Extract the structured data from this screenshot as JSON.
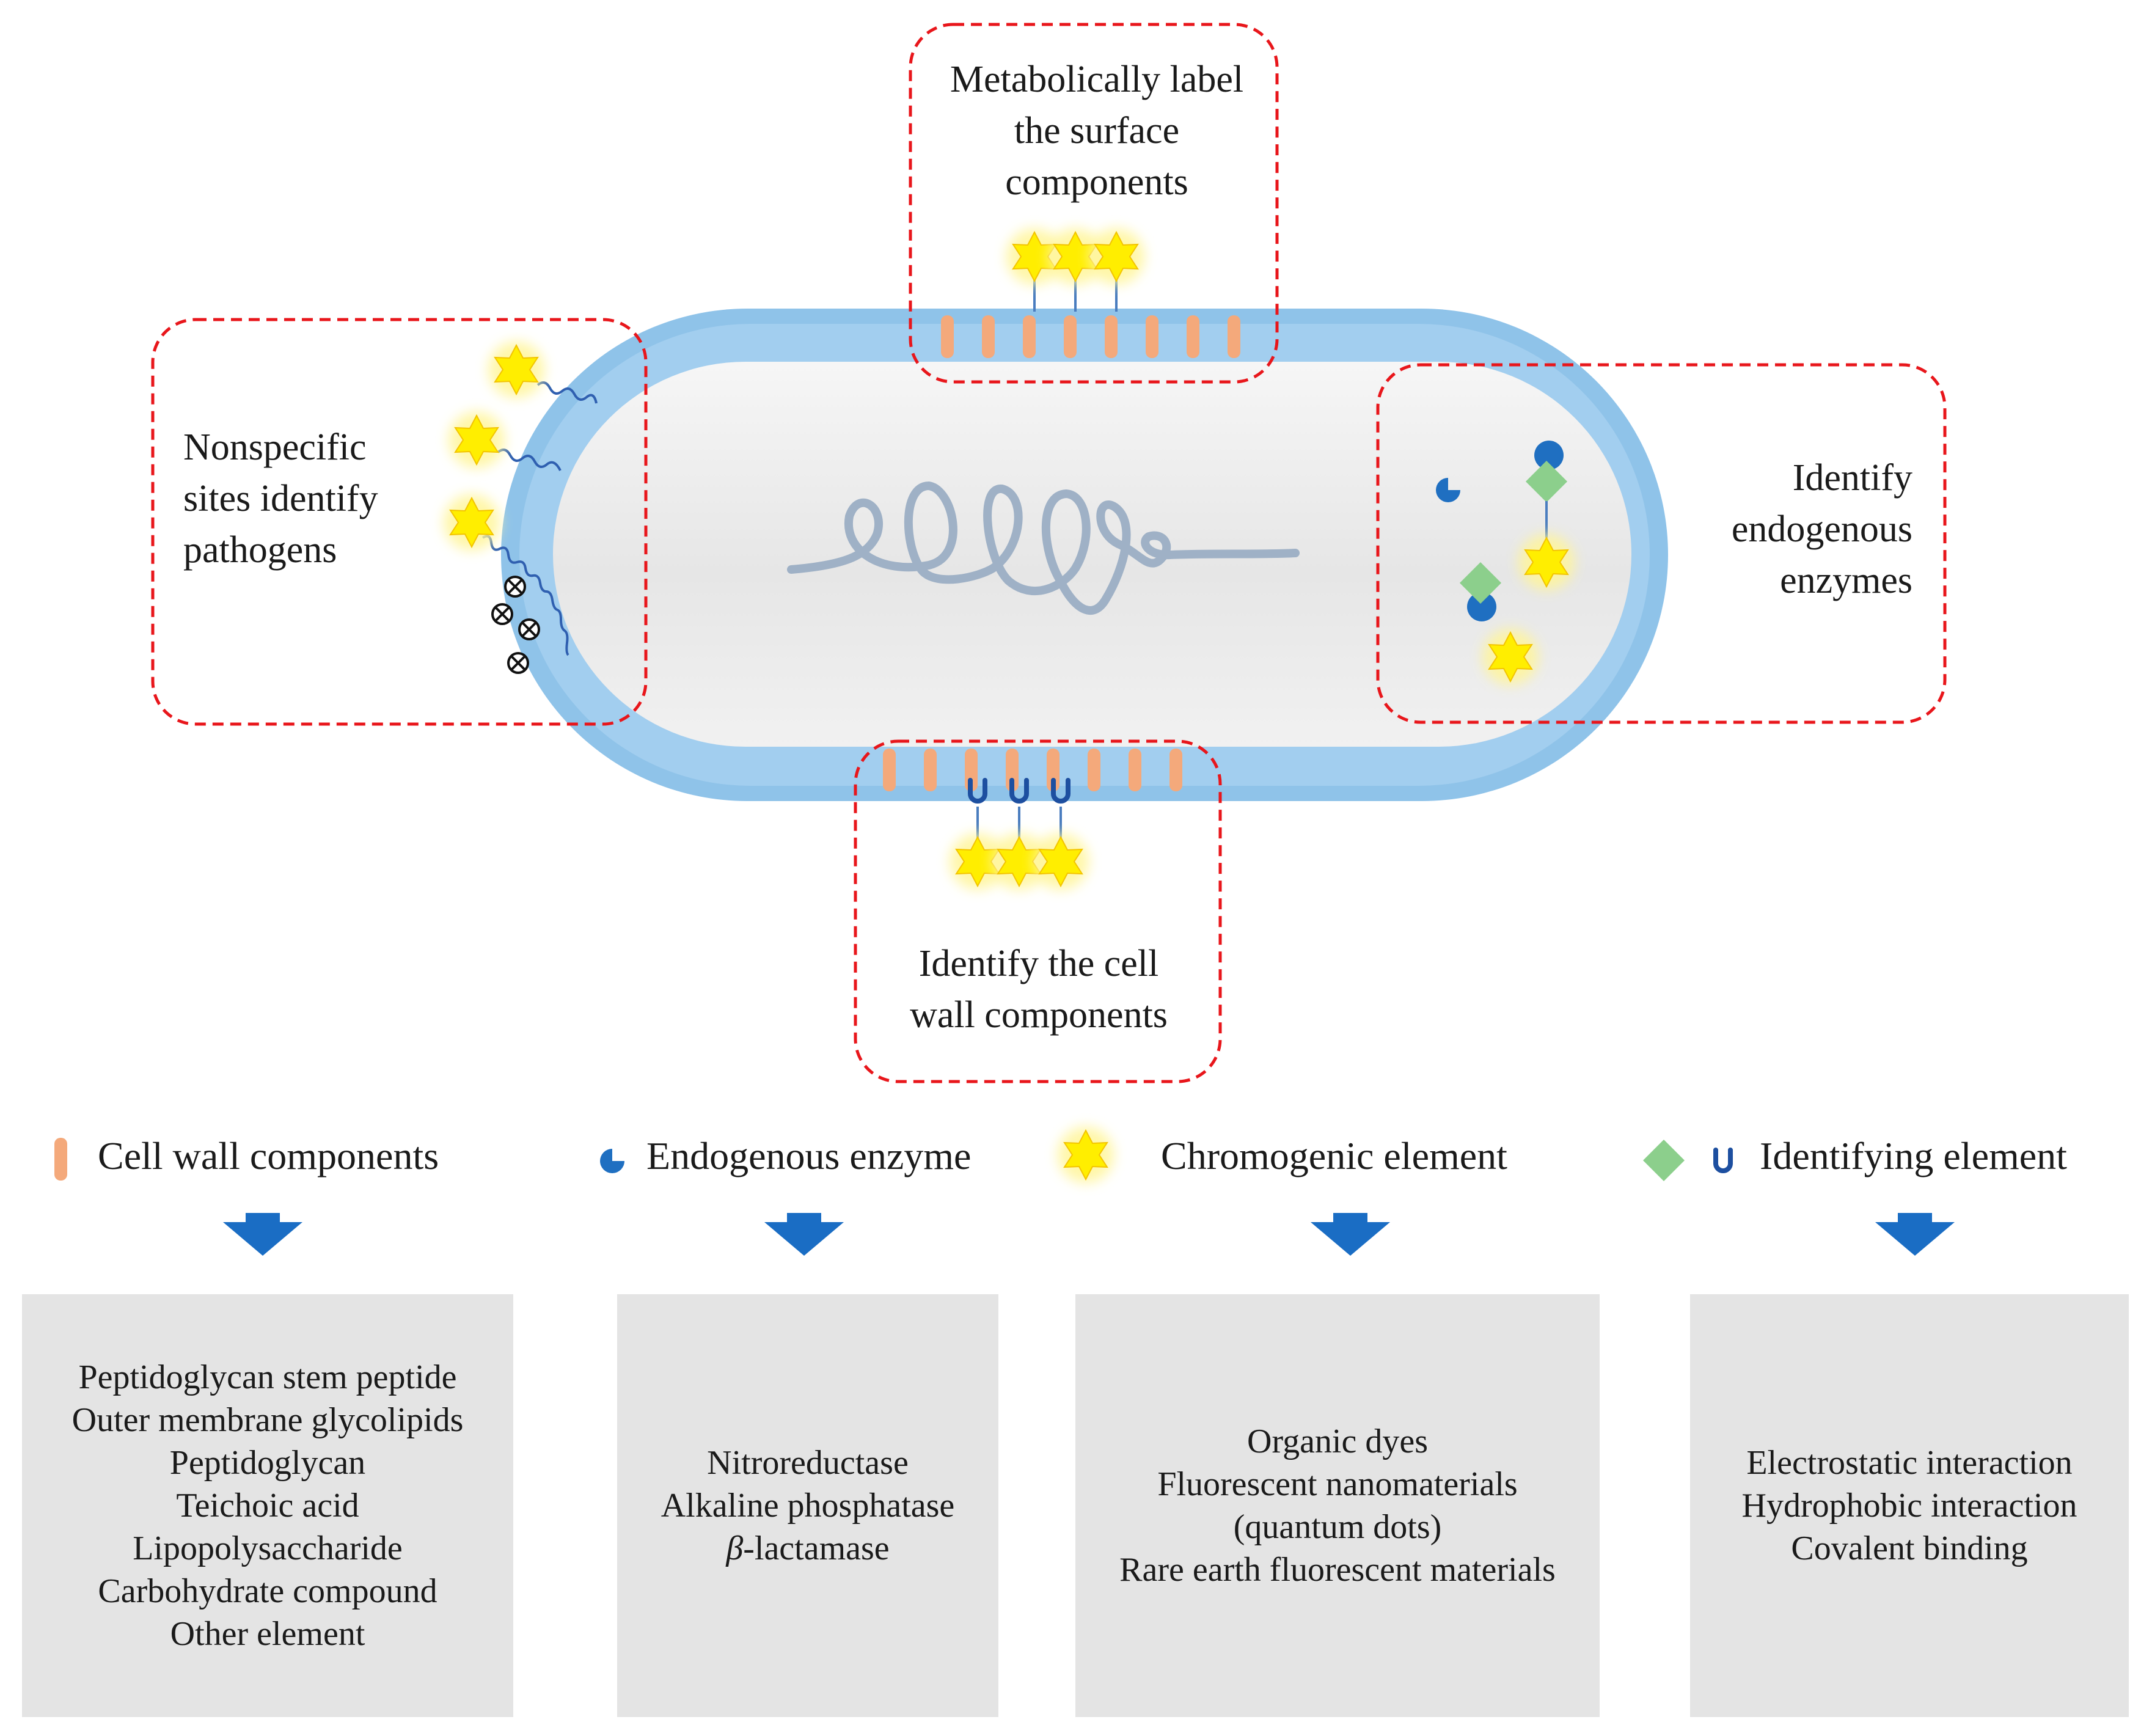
{
  "callouts": {
    "left": [
      "Nonspecific",
      "sites identify",
      "pathogens"
    ],
    "top": [
      "Metabolically label",
      "the surface",
      "components"
    ],
    "right": [
      "Identify",
      "endogenous",
      "enzymes"
    ],
    "bottom": [
      "Identify the cell",
      "wall components"
    ]
  },
  "legend": [
    {
      "label": "Cell wall components",
      "icons": [
        "cell-wall-component-icon"
      ]
    },
    {
      "label": "Endogenous enzyme",
      "icons": [
        "endogenous-enzyme-icon"
      ]
    },
    {
      "label": "Chromogenic element",
      "icons": [
        "chromogenic-star-icon"
      ]
    },
    {
      "label": "Identifying element",
      "icons": [
        "identifying-diamond-icon",
        "identifying-u-icon"
      ]
    }
  ],
  "boxes": [
    [
      "Peptidoglycan stem peptide",
      "Outer membrane glycolipids",
      "Peptidoglycan",
      "Teichoic acid",
      "Lipopolysaccharide",
      "Carbohydrate compound",
      "Other element"
    ],
    [
      "Nitroreductase",
      "Alkaline phosphatase",
      "β-lactamase"
    ],
    [
      "Organic dyes",
      "Fluorescent nanomaterials",
      "(quantum dots)",
      "Rare earth fluorescent materials"
    ],
    [
      "Electrostatic interaction",
      "Hydrophobic interaction",
      "Covalent binding"
    ]
  ],
  "colors": {
    "cell_wall_outer": "#8fc3e9",
    "cell_wall_inner": "#a9d2f0",
    "cytoplasm": "#e9e9e9",
    "wall_component": "#f4a97b",
    "enzyme_blue": "#1f6fc1",
    "star_yellow": "#ffee00",
    "diamond_green": "#8ccf8c",
    "arrow_blue": "#1a6dc4",
    "dashed_red": "#e8161b",
    "dna": "#9fb1c6"
  }
}
